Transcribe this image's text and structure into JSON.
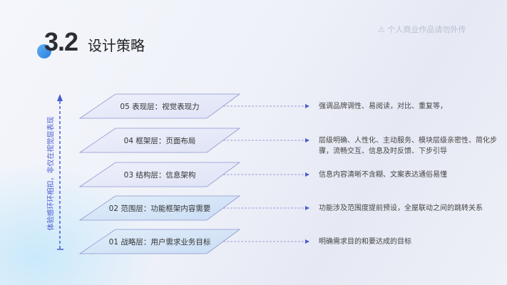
{
  "header": {
    "number": "3.2",
    "title": "设计策略",
    "watermark": "⚠ 个人商业作品请勿外传"
  },
  "side_label": "体验感环环相扣，非仅在视觉层表现",
  "layers": [
    {
      "label": "05  表现层：视觉表现力",
      "desc": "强调品牌调性、易阅读，对比、重复等，"
    },
    {
      "label": "04  框架层：页面布局",
      "desc": "层级明确、人性化、主动服务、模块层级亲密性、简化步骤，流畅交互、信息及时反馈、下步引导"
    },
    {
      "label": "03  结构层：信息架构",
      "desc": "信息内容清晰不含糊、文案表达通俗易懂"
    },
    {
      "label": "02  范围层：功能框架内容需要",
      "desc": "功能涉及范围度提前预设，全屋联动之间的跳转关系"
    },
    {
      "label": "01  战略层：用户需求业务目标",
      "desc": "明确需求目的和要达成的目标"
    }
  ],
  "colors": {
    "accent": "#4a5bd0",
    "layer_stroke": "#8f96cf",
    "layer_fill": "#e9ebf8"
  }
}
